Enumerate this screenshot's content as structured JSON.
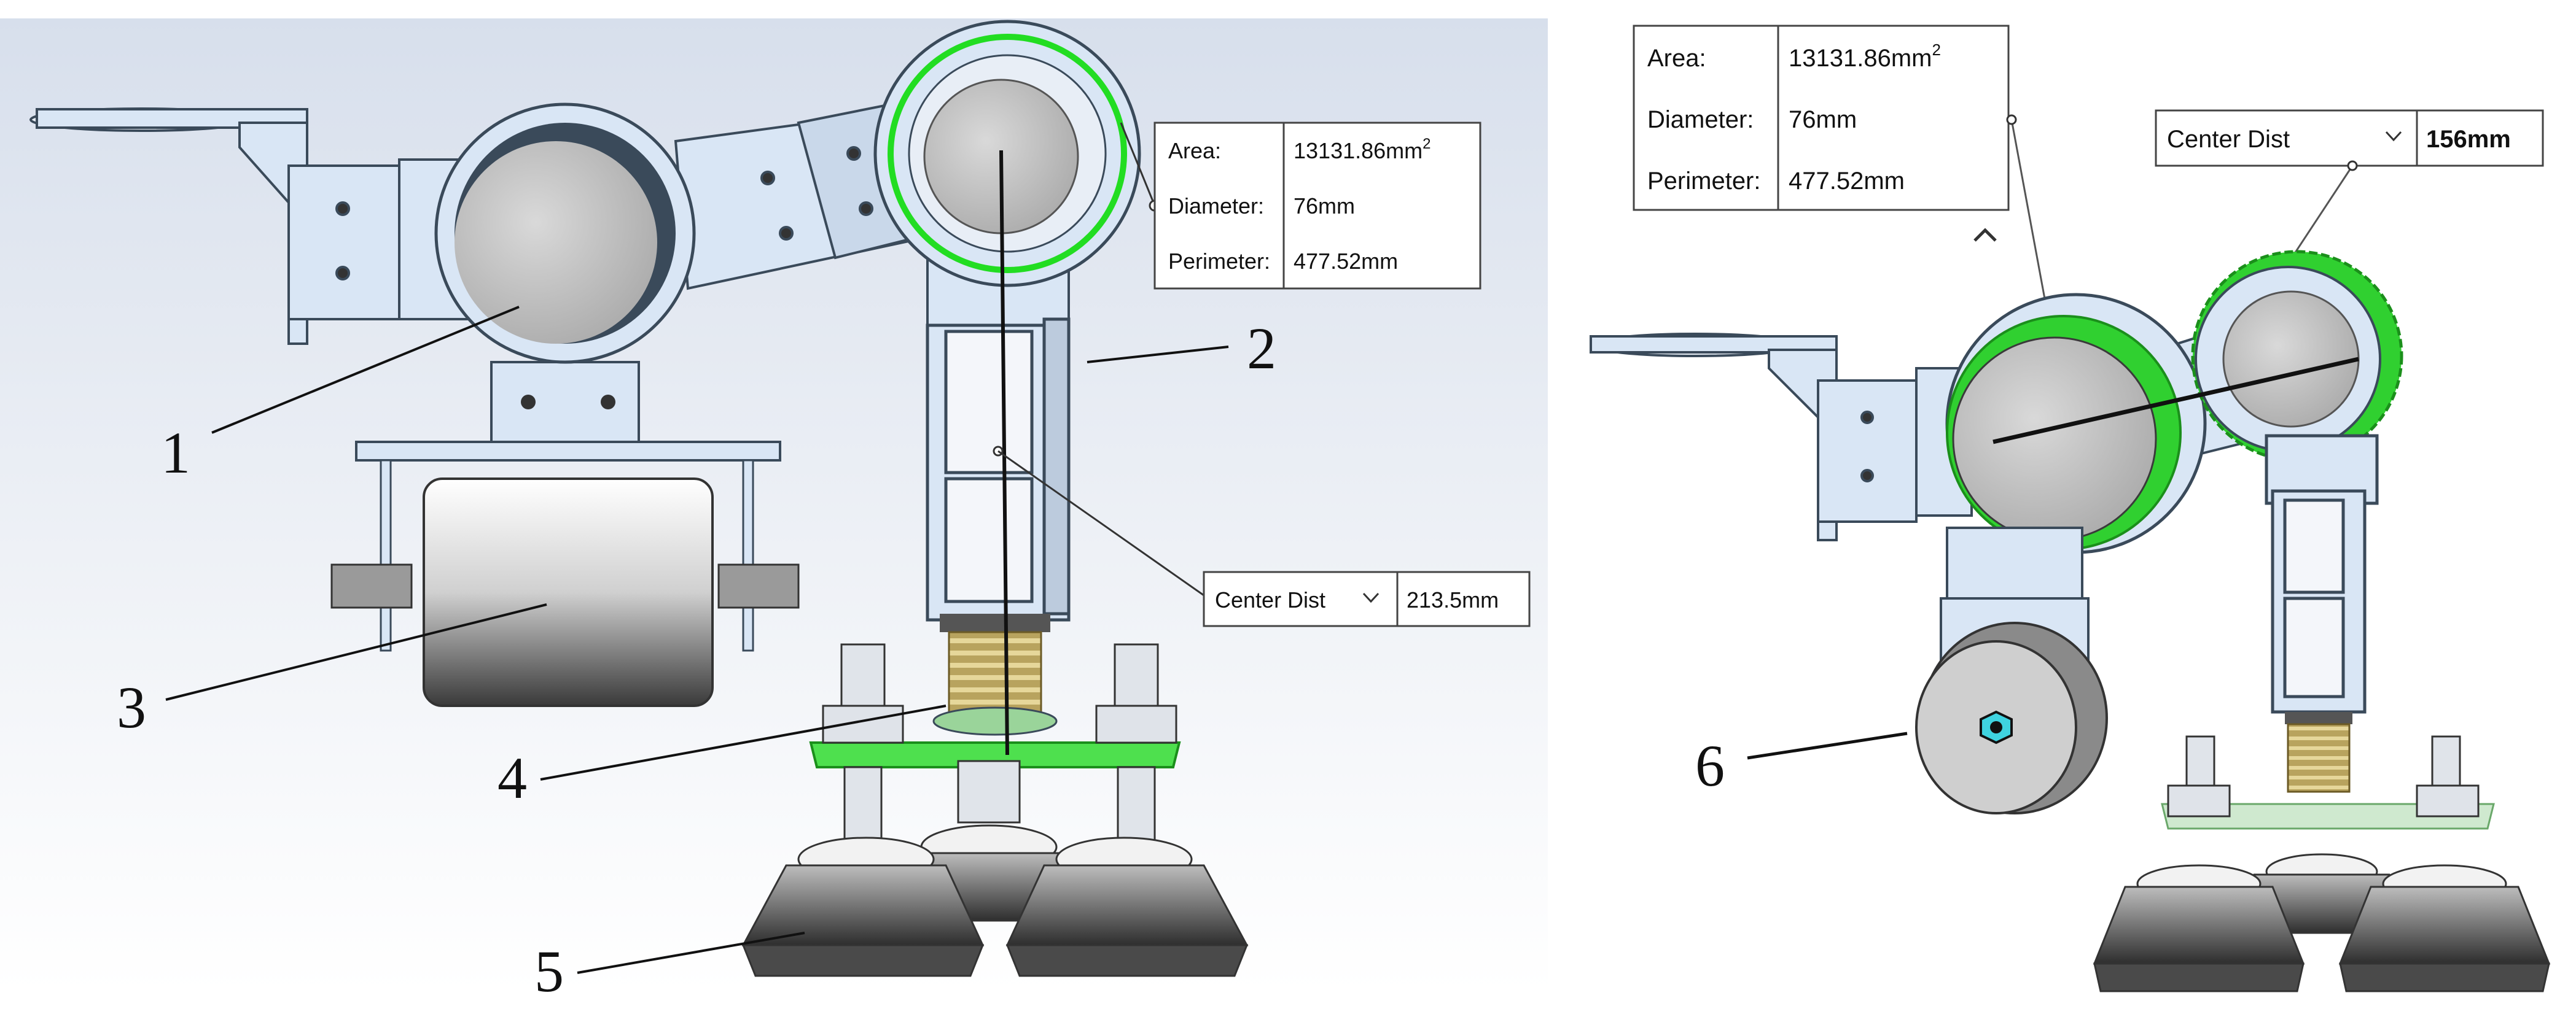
{
  "left_view": {
    "info_box": {
      "area_label": "Area:",
      "area_value": "13131.86mm",
      "area_unit_sup": "2",
      "diameter_label": "Diameter:",
      "diameter_value": "76mm",
      "perimeter_label": "Perimeter:",
      "perimeter_value": "477.52mm"
    },
    "center_dist": {
      "label": "Center Dist",
      "value": "213.5mm"
    },
    "callouts": [
      "1",
      "2",
      "3",
      "4",
      "5"
    ]
  },
  "right_view": {
    "info_box": {
      "area_label": "Area:",
      "area_value": "13131.86mm",
      "area_unit_sup": "2",
      "diameter_label": "Diameter:",
      "diameter_value": "76mm",
      "perimeter_label": "Perimeter:",
      "perimeter_value": "477.52mm",
      "collapse_glyph": "^"
    },
    "center_dist": {
      "label": "Center Dist",
      "value": "156mm"
    },
    "callouts": [
      "6"
    ]
  },
  "colors": {
    "frame": "#d9e6f5",
    "frame_edge": "#3a4a5a",
    "disk": "#c9c9c9",
    "highlight": "#22dd22",
    "spring": "#c8b46a",
    "suction": "#5a5a5a"
  }
}
